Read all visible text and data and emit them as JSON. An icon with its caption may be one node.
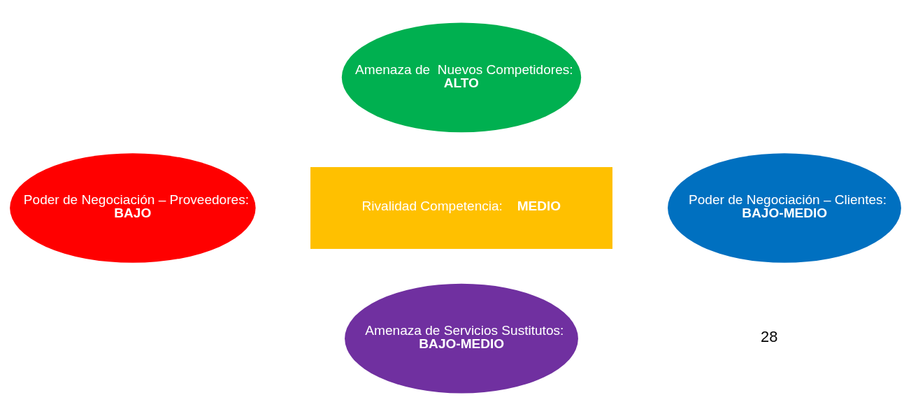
{
  "diagram": {
    "nodes": [
      {
        "text": [
          "Amenaza de  Nuevos Competidores:",
          "ALTO"
        ]
      },
      {
        "text": [
          "Poder de Negociación – Proveedores:",
          "BAJO"
        ]
      },
      {
        "text": [
          "Rivalidad Competencia:",
          "MEDIO"
        ]
      },
      {
        "text": [
          "Poder de Negociación – Clientes:",
          "BAJO-MEDIO"
        ]
      },
      {
        "text": [
          "Amenaza de Servicios Sustitutos:",
          "BAJO-MEDIO"
        ]
      }
    ],
    "edges": [],
    "labels": [
      "28"
    ]
  }
}
